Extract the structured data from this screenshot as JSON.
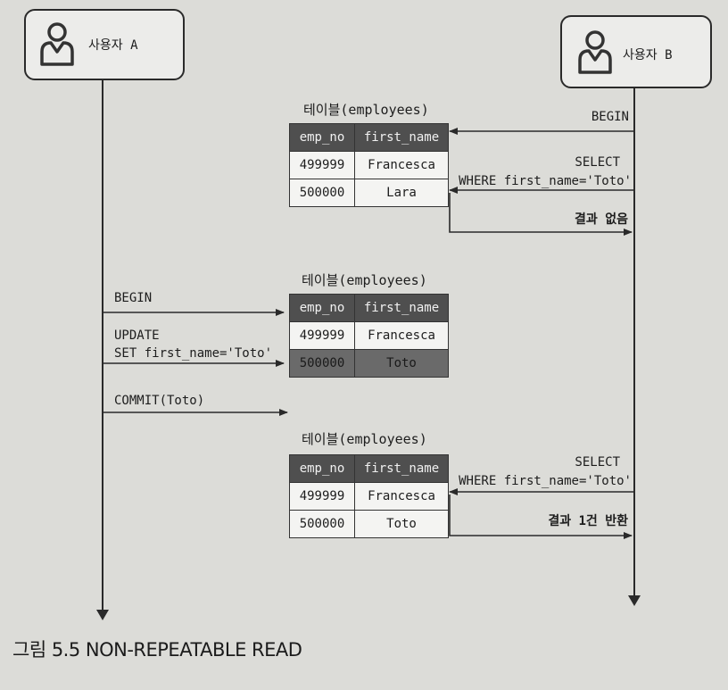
{
  "actors": {
    "a": {
      "label": "사용자 A"
    },
    "b": {
      "label": "사용자 B"
    }
  },
  "tables": [
    {
      "caption": "테이블(employees)",
      "headers": [
        "emp_no",
        "first_name"
      ],
      "rows": [
        [
          "499999",
          "Francesca"
        ],
        [
          "500000",
          "Lara"
        ]
      ]
    },
    {
      "caption": "테이블(employees)",
      "headers": [
        "emp_no",
        "first_name"
      ],
      "rows": [
        [
          "499999",
          "Francesca"
        ],
        [
          "500000",
          "Toto"
        ]
      ],
      "highlight_row": 1
    },
    {
      "caption": "테이블(employees)",
      "headers": [
        "emp_no",
        "first_name"
      ],
      "rows": [
        [
          "499999",
          "Francesca"
        ],
        [
          "500000",
          "Toto"
        ]
      ]
    }
  ],
  "messages": {
    "b_begin": "BEGIN",
    "b_select1": "SELECT",
    "b_where1": "WHERE first_name='Toto'",
    "b_result1": "결과 없음",
    "a_begin": "BEGIN",
    "a_update": "UPDATE",
    "a_set": "SET first_name='Toto'",
    "a_commit": "COMMIT(Toto)",
    "b_select2": "SELECT",
    "b_where2": "WHERE first_name='Toto'",
    "b_result2": "결과 1건 반환"
  },
  "caption": "그림 5.5 NON-REPEATABLE READ",
  "icons": {
    "user": "user-icon"
  },
  "colors": {
    "line": "#2a2a2a",
    "header_bg": "#4f4f4f",
    "highlight": "#6a6a6a"
  }
}
